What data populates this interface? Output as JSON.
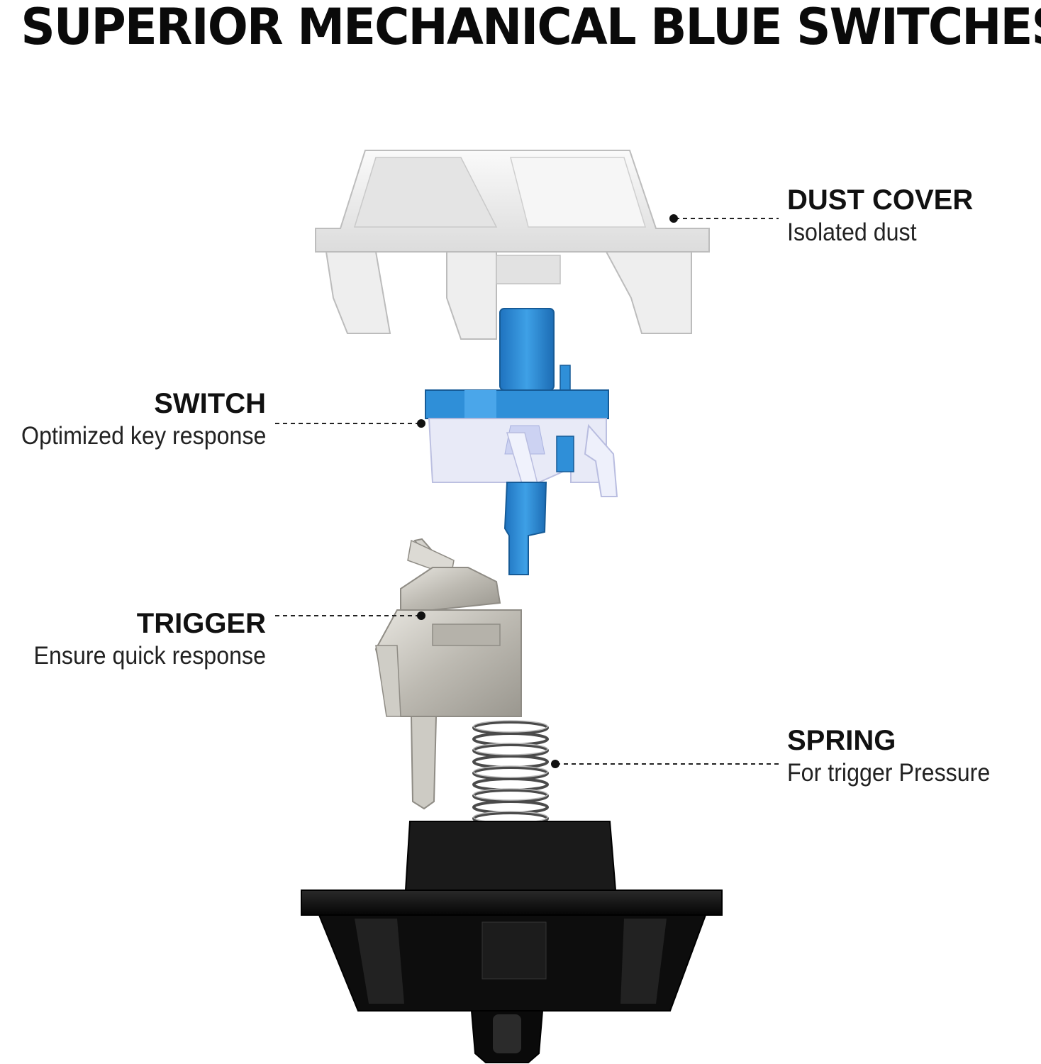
{
  "title": "SUPERIOR MECHANICAL BLUE SWITCHES",
  "components": [
    {
      "name": "DUST COVER",
      "description": "Isolated dust"
    },
    {
      "name": "SWITCH",
      "description": "Optimized key response"
    },
    {
      "name": "TRIGGER",
      "description": "Ensure quick response"
    },
    {
      "name": "SPRING",
      "description": "For trigger Pressure"
    }
  ],
  "colors": {
    "cover": "#f2f2f2",
    "stem": "#2f8fd8",
    "housing_clear": "#e6e8f6",
    "metal": "#c8c6c0",
    "base": "#111111",
    "text": "#111111"
  }
}
